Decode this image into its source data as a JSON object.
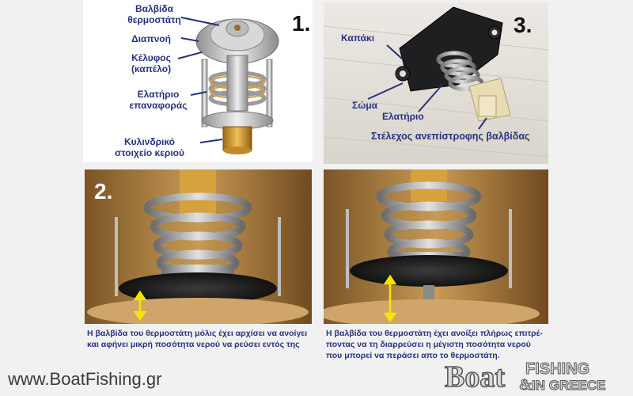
{
  "panel1": {
    "number": "1.",
    "labels": {
      "valve_line1": "Βαλβίδα",
      "valve_line2": "θερμοστάτη",
      "piercing": "Διαπνοή",
      "shell_line1": "Κέλυφος",
      "shell_line2": "(καπέλο)",
      "spring_line1": "Ελατήριο",
      "spring_line2": "επαναφοράς",
      "wax_line1": "Κυλινδρικό",
      "wax_line2": "στοιχείο κεριού"
    }
  },
  "panel3": {
    "number": "3.",
    "labels": {
      "cap": "Καπάκι",
      "body": "Σώμα",
      "spring": "Ελατήριο",
      "stem": "Στέλεχος ανεπίστροφης βαλβίδας"
    }
  },
  "panel2": {
    "number": "2.",
    "caption": "Η βαλβίδα του θερμοστάτη μόλις έχει αρχίσει να ανοίγει και αφήνει μικρή ποσότητα νερού να ρεύσει εντός της"
  },
  "panel4": {
    "caption": "Η βαλβίδα του θερμοστάτη έχει ανοίξει πλήρως επιτρέ- ποντας να τη διαρρεύσει η μέγιστη ποσότητα νερού που μπορεί να περάσει απο το θερμοστάτη."
  },
  "footer": {
    "url": "www.BoatFishing.gr",
    "logo_boat": "Boat",
    "logo_fishing": "FISHING",
    "logo_amp": "&",
    "logo_in_greece": "IN GREECE"
  },
  "colors": {
    "label_blue": "#27327f",
    "background": "#f1f1f1",
    "arrow_yellow": "#f6e400"
  }
}
